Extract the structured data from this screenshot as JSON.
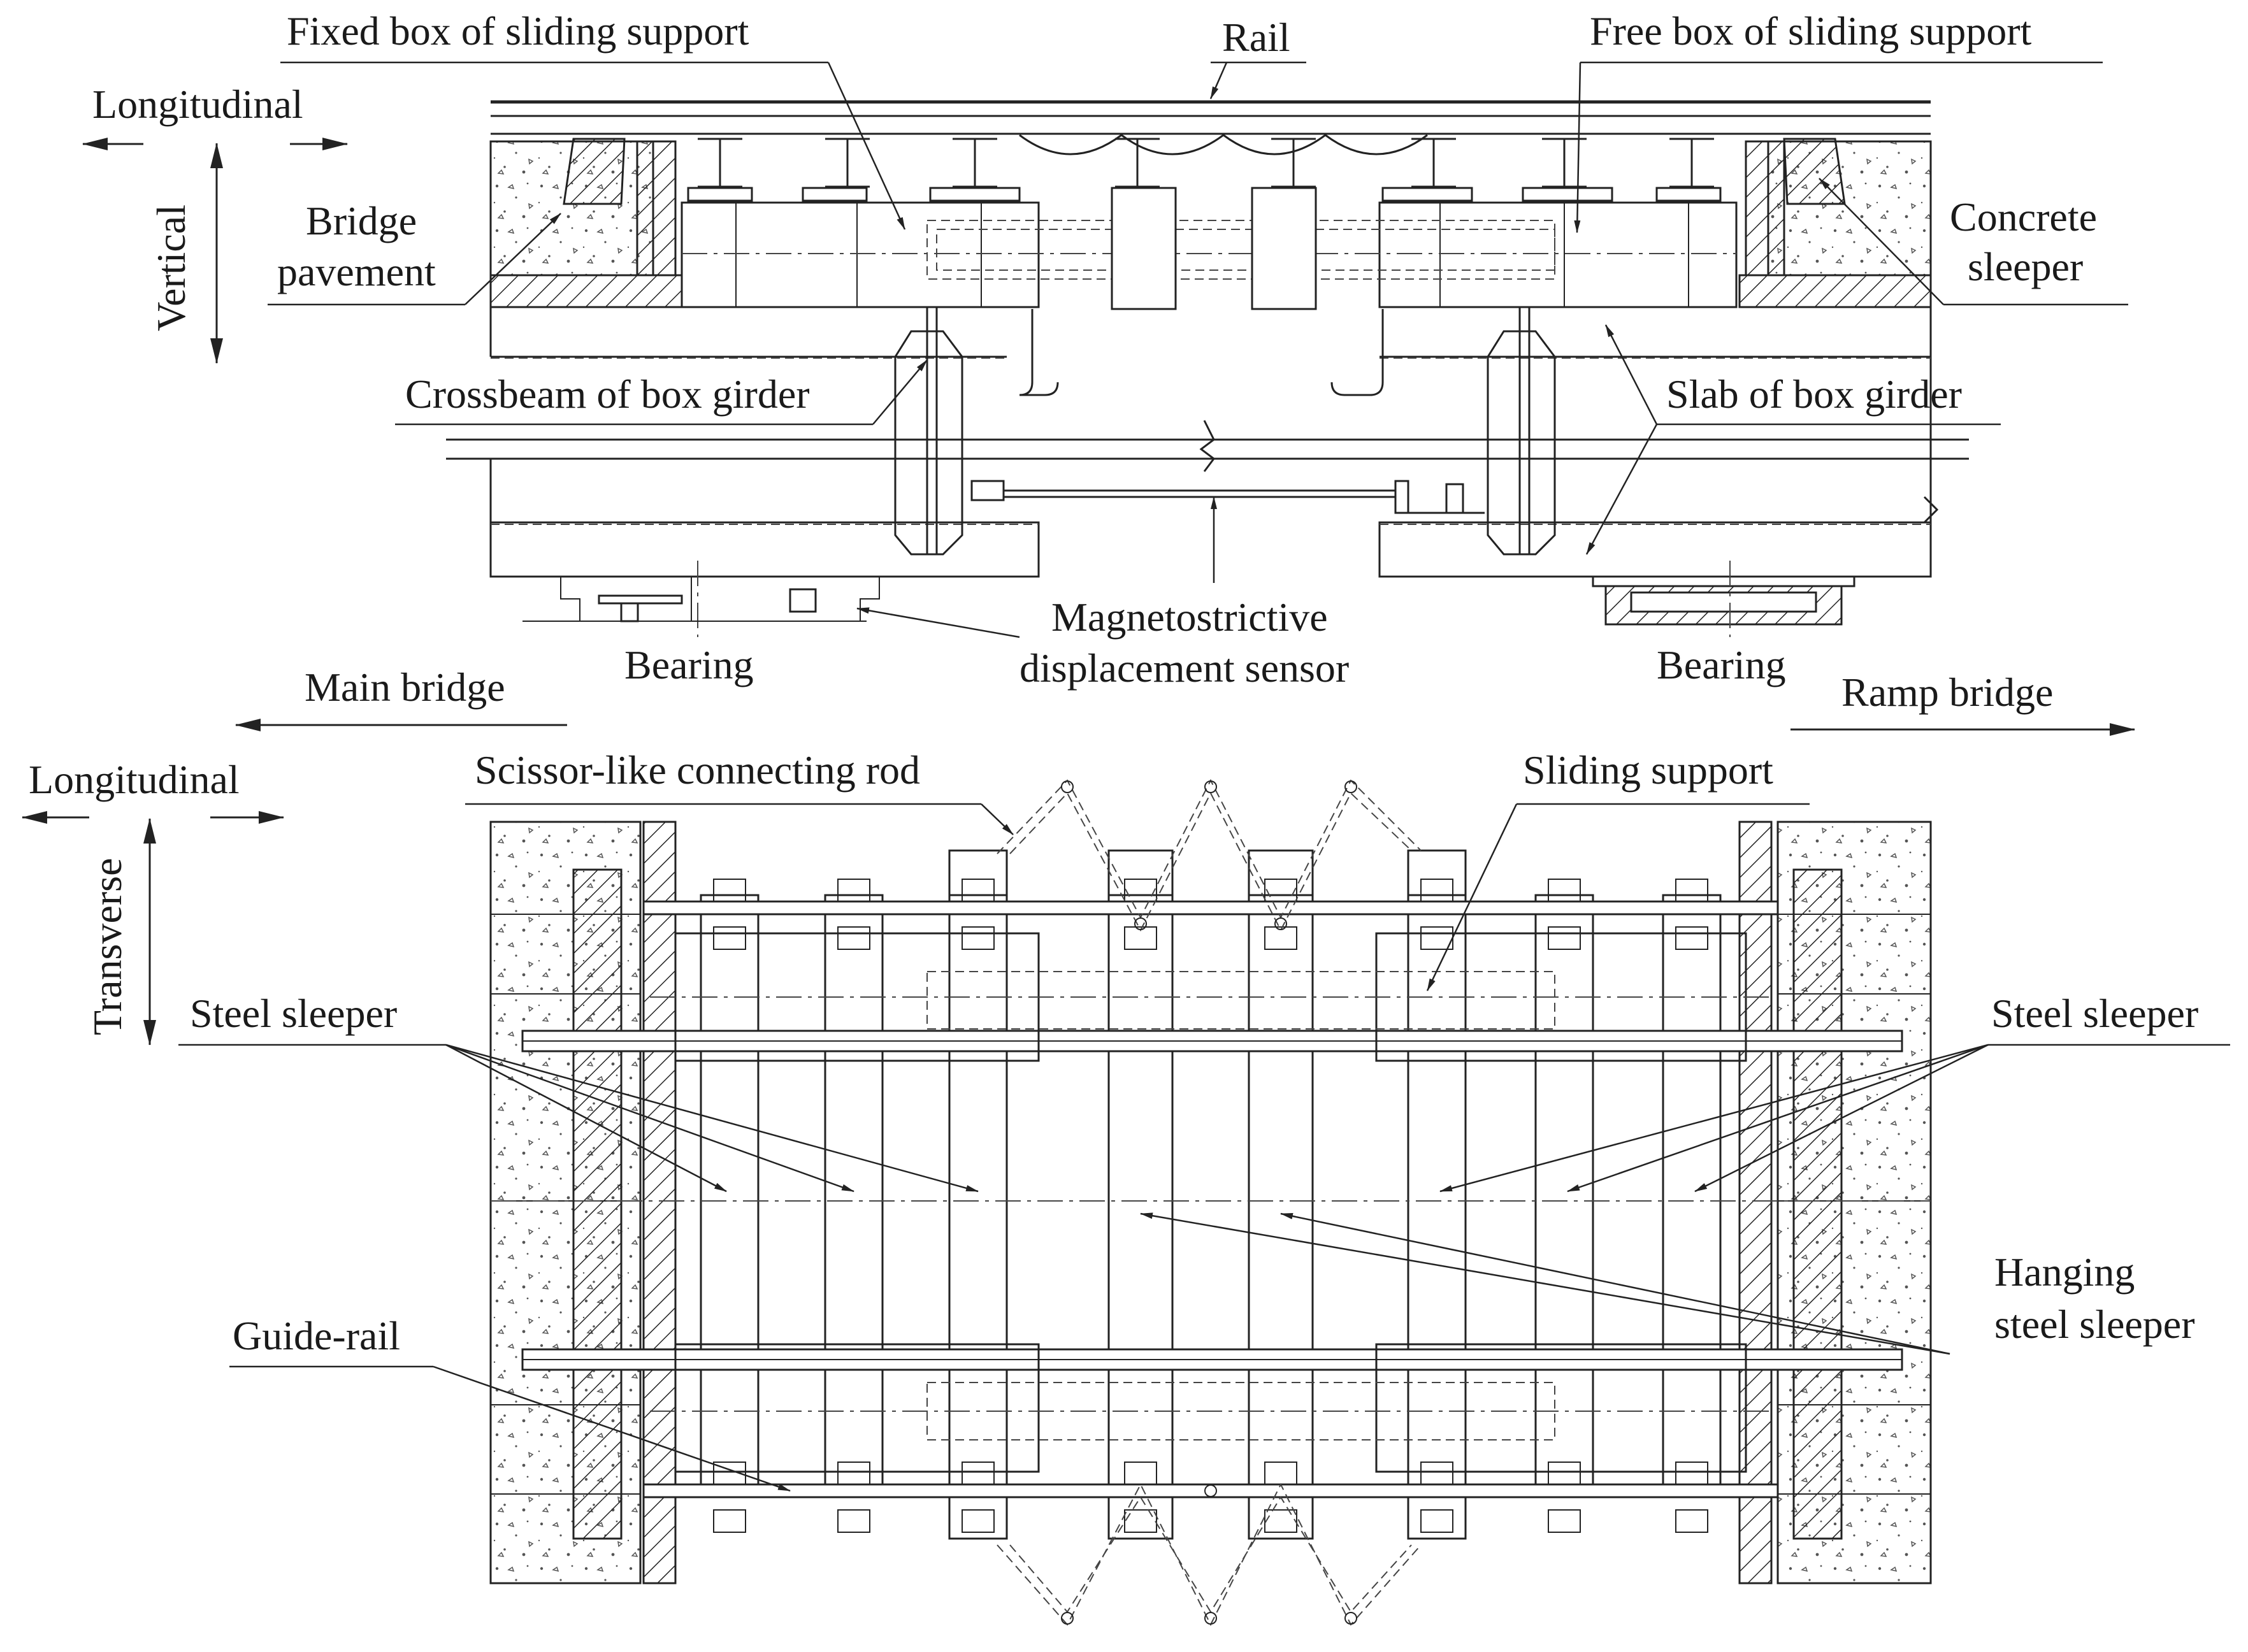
{
  "top_view": {
    "labels": {
      "fixed_box": "Fixed box of sliding support",
      "rail": "Rail",
      "free_box": "Free box of sliding support",
      "longitudinal": "Longitudinal",
      "vertical": "Vertical",
      "bridge_pavement_1": "Bridge",
      "bridge_pavement_2": "pavement",
      "concrete_sleeper_1": "Concrete",
      "concrete_sleeper_2": "sleeper",
      "crossbeam": "Crossbeam of box girder",
      "slab": "Slab of box girder",
      "sensor_1": "Magnetostrictive",
      "sensor_2": "displacement sensor",
      "bearing_left": "Bearing",
      "bearing_right": "Bearing",
      "main_bridge": "Main bridge",
      "ramp_bridge": "Ramp bridge"
    }
  },
  "plan_view": {
    "labels": {
      "longitudinal": "Longitudinal",
      "transverse": "Transverse",
      "scissor_rod": "Scissor-like connecting rod",
      "sliding_support": "Sliding support",
      "steel_sleeper_left": "Steel sleeper",
      "steel_sleeper_right": "Steel sleeper",
      "hanging_1": "Hanging",
      "hanging_2": "steel sleeper",
      "guide_rail": "Guide-rail"
    }
  },
  "colors": {
    "line": "#222222",
    "background": "#ffffff"
  }
}
